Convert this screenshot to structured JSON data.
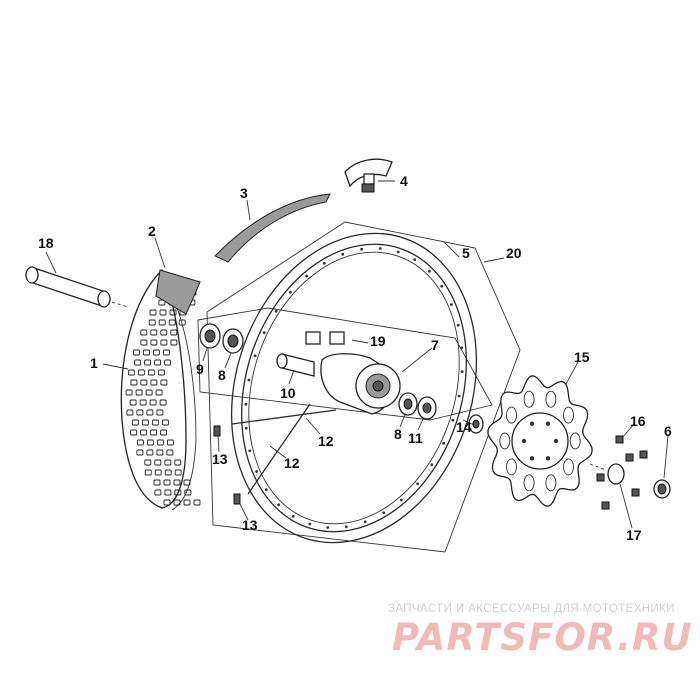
{
  "callouts": {
    "c1": "1",
    "c2": "2",
    "c3": "3",
    "c4": "4",
    "c5": "5",
    "c6": "6",
    "c7": "7",
    "c8a": "8",
    "c8b": "8",
    "c9": "9",
    "c10": "10",
    "c11": "11",
    "c12a": "12",
    "c12b": "12",
    "c13a": "13",
    "c13b": "13",
    "c14": "14",
    "c15": "15",
    "c16": "16",
    "c17": "17",
    "c18": "18",
    "c19": "19",
    "c20": "20"
  },
  "watermark": {
    "tagline": "ЗАПЧАСТИ И АКСЕССУАРЫ ДЛЯ МОТОТЕХНИКИ",
    "logo": "PARTSFOR.RU"
  },
  "colors": {
    "line": "#2a2a2a",
    "watermark_text": "#cfcfcf",
    "watermark_logo": "#f2b9b9"
  }
}
